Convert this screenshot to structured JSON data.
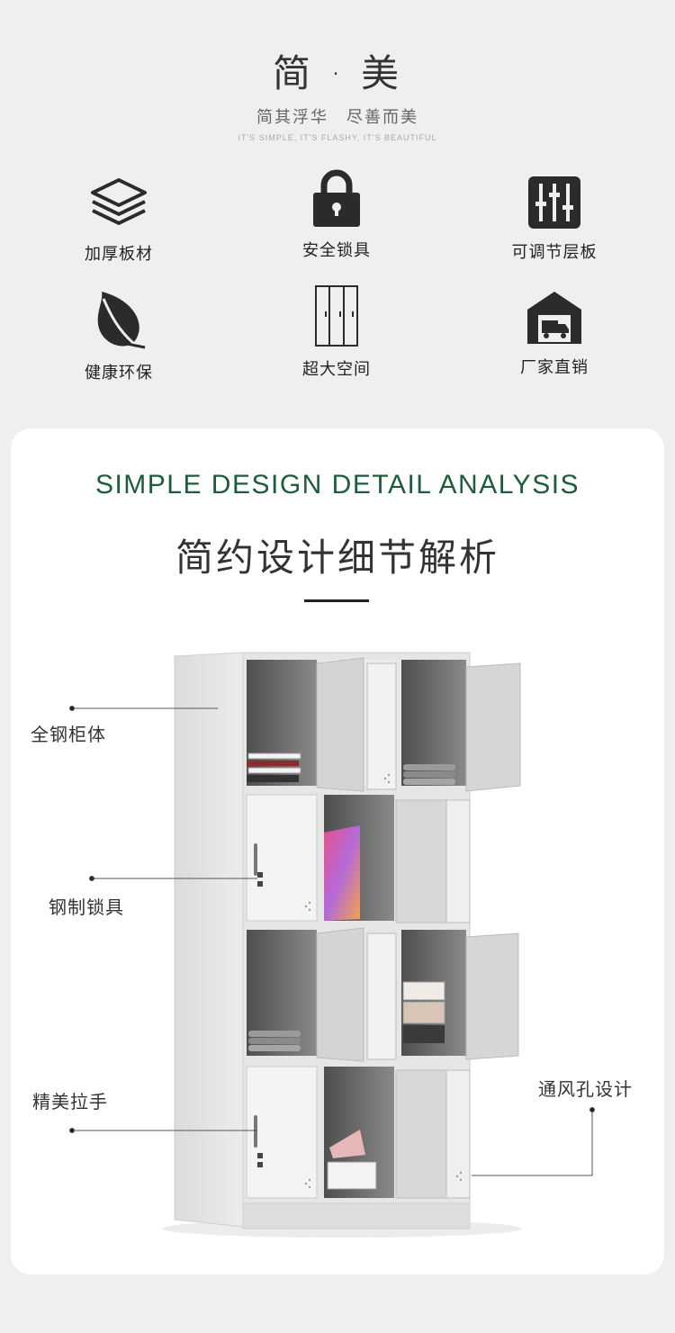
{
  "header": {
    "title": "简 · 美",
    "subtitle": "简其浮华　尽善而美",
    "subtitle_en": "IT'S SIMPLE, IT'S FLASHY, IT'S BEAUTIFUL"
  },
  "features": [
    {
      "icon": "layers-icon",
      "label": "加厚板材"
    },
    {
      "icon": "padlock-icon",
      "label": "安全锁具"
    },
    {
      "icon": "sliders-icon",
      "label": "可调节层板"
    },
    {
      "icon": "leaf-icon",
      "label": "健康环保"
    },
    {
      "icon": "wardrobe-icon",
      "label": "超大空间"
    },
    {
      "icon": "warehouse-truck-icon",
      "label": "厂家直销"
    }
  ],
  "detail": {
    "title_en": "SIMPLE DESIGN DETAIL ANALYSIS",
    "title_cn": "简约设计细节解析",
    "callouts": [
      {
        "label": "全钢柜体"
      },
      {
        "label": "钢制锁具"
      },
      {
        "label": "精美拉手"
      },
      {
        "label": "通风孔设计"
      }
    ]
  },
  "colors": {
    "accent": "#1e5d3a",
    "background": "#efefef",
    "card": "#ffffff",
    "icon": "#2b2b2b"
  }
}
